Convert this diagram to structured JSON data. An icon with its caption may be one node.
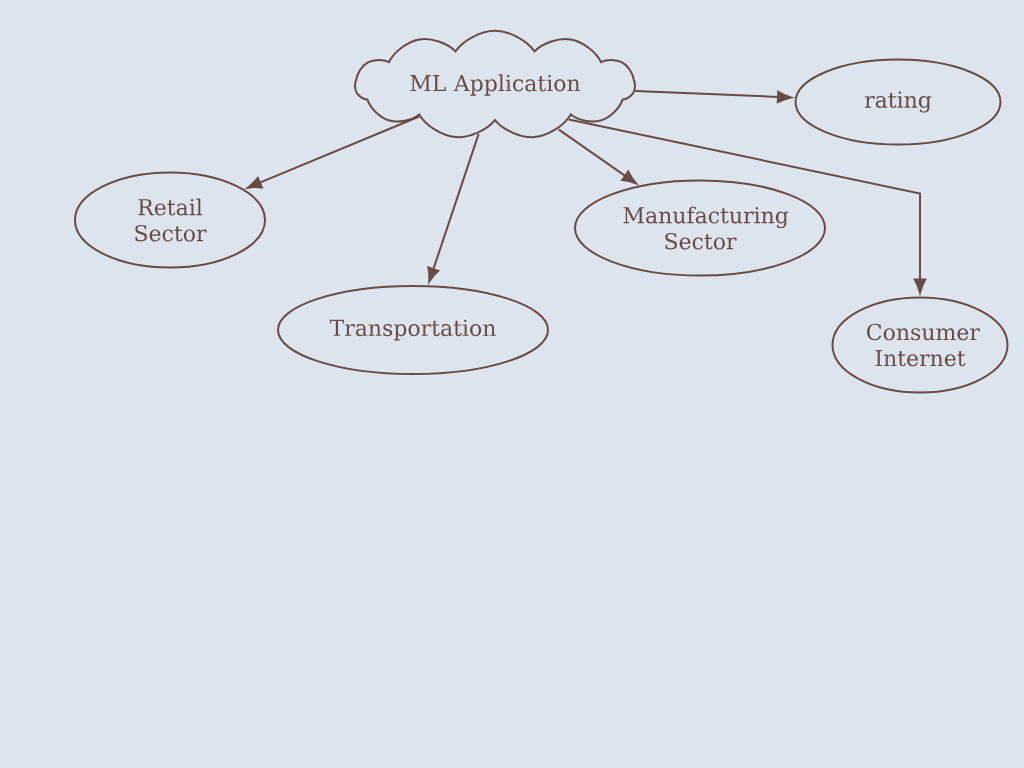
{
  "diagram": {
    "nodes": [
      {
        "text": [
          "ML Application"
        ]
      },
      {
        "text": [
          "rating"
        ]
      },
      {
        "text": [
          "Retail Sector"
        ]
      },
      {
        "text": [
          "Transportation"
        ]
      },
      {
        "text": [
          "Manufacturing Sector"
        ]
      },
      {
        "text": [
          "Consumer Internet"
        ]
      }
    ],
    "edges": [
      {
        "from": 0,
        "to": 1,
        "arrow": "to"
      },
      {
        "from": 0,
        "to": 2,
        "arrow": "to"
      },
      {
        "from": 0,
        "to": 3,
        "arrow": "to"
      },
      {
        "from": 0,
        "to": 4,
        "arrow": "to"
      },
      {
        "from": 0,
        "to": 5,
        "arrow": "to"
      }
    ]
  }
}
